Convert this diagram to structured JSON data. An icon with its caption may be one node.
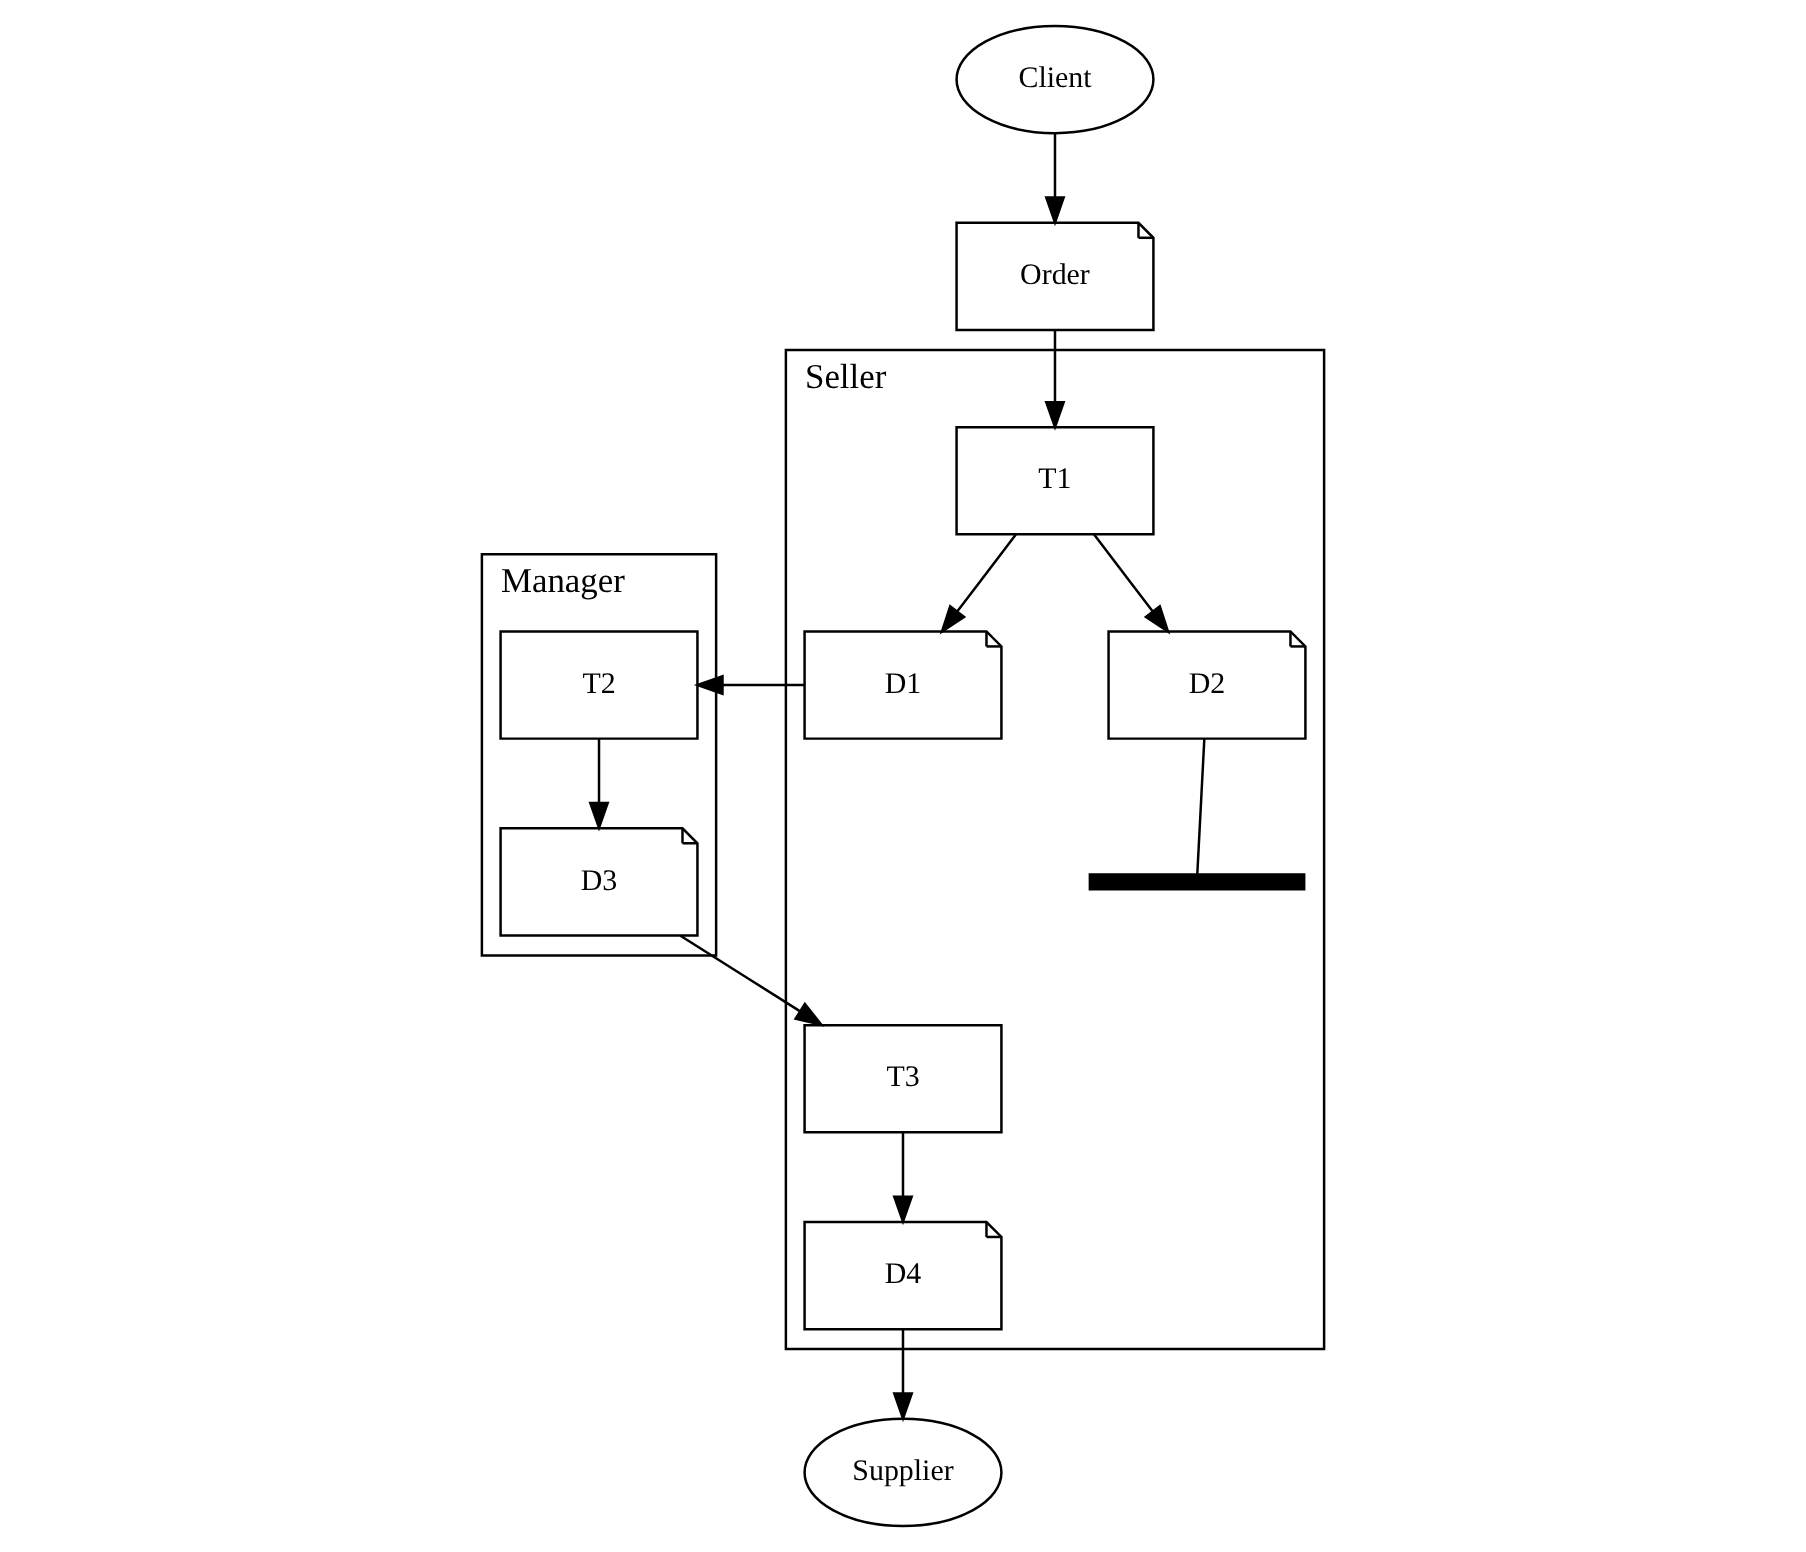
{
  "diagram": {
    "nodes": [
      {
        "text": [
          "Seller"
        ]
      },
      {
        "text": [
          "Manager"
        ]
      },
      {
        "text": [
          "Client"
        ]
      },
      {
        "text": [
          "Order"
        ]
      },
      {
        "text": [
          "T1"
        ],
        "in": 0
      },
      {
        "text": [
          "D1"
        ],
        "in": 0
      },
      {
        "text": [
          "D2"
        ],
        "in": 0
      },
      {
        "text": [],
        "shape": "bar",
        "in": 0
      },
      {
        "text": [
          "T2"
        ],
        "in": 1
      },
      {
        "text": [
          "D3"
        ],
        "in": 1
      },
      {
        "text": [
          "T3"
        ],
        "in": 0
      },
      {
        "text": [
          "D4"
        ],
        "in": 0
      },
      {
        "text": [
          "Supplier"
        ]
      }
    ],
    "edges": [
      {
        "from": 2,
        "to": 3,
        "arrow": "to"
      },
      {
        "from": 3,
        "to": 4,
        "arrow": "to"
      },
      {
        "from": 4,
        "to": 5,
        "arrow": "to"
      },
      {
        "from": 4,
        "to": 6,
        "arrow": "to"
      },
      {
        "from": 6,
        "to": 7,
        "arrow": "none"
      },
      {
        "from": 5,
        "to": 8,
        "arrow": "to"
      },
      {
        "from": 8,
        "to": 9,
        "arrow": "to"
      },
      {
        "from": 9,
        "to": 10,
        "arrow": "to"
      },
      {
        "from": 10,
        "to": 11,
        "arrow": "to"
      },
      {
        "from": 11,
        "to": 12,
        "arrow": "to"
      }
    ]
  }
}
